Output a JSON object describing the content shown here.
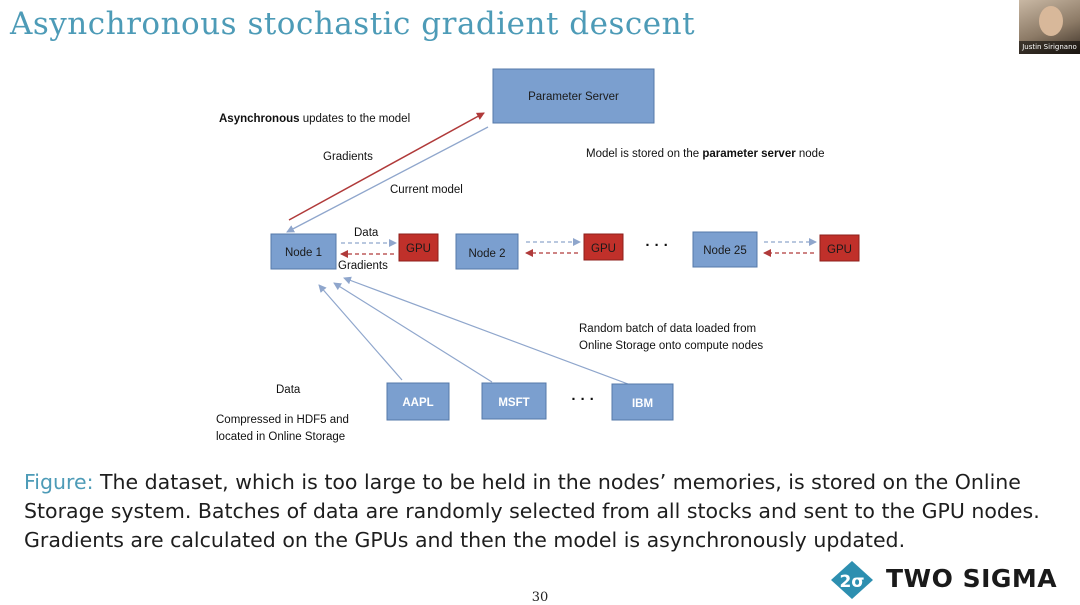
{
  "slide": {
    "title": "Asynchronous stochastic gradient descent",
    "page_number": "30"
  },
  "webcam": {
    "name": "Justin Sirignano"
  },
  "diagram": {
    "parameter_server": "Parameter Server",
    "async_bold": "Asynchronous",
    "async_rest": " updates to the model",
    "gradients_up": "Gradients",
    "current_model": "Current model",
    "model_stored_pre": "Model is stored on the ",
    "model_stored_bold": "parameter server",
    "model_stored_post": " node",
    "node1": "Node 1",
    "node2": "Node 2",
    "node25": "Node 25",
    "gpu": "GPU",
    "ellipsis": "· · ·",
    "data_label": "Data",
    "gradients_label": "Gradients",
    "random_batch_line1": "Random batch of data loaded from",
    "random_batch_line2": "Online Storage onto compute nodes",
    "stocks": [
      "AAPL",
      "MSFT",
      "IBM"
    ],
    "data_title": "Data",
    "compressed_line1": "Compressed in HDF5 and",
    "compressed_line2": "located in Online Storage"
  },
  "caption": {
    "figure_label": "Figure:",
    "text": " The dataset, which is too large to be held in the nodes’ memories, is stored on the Online Storage system. Batches of data are randomly selected from all stocks and sent to the GPU nodes. Gradients are calculated on the GPUs and then the model is asynchronously updated."
  },
  "logo": {
    "text": "TWO SIGMA",
    "mark": "2σ"
  },
  "colors": {
    "title": "#4d9bb7",
    "node_fill": "#7b9fcf",
    "node_stroke": "#5578a8",
    "gpu_fill": "#c0302a",
    "gpu_stroke": "#8e1f1b",
    "red_arrow": "#b03a3a",
    "blue_arrow": "#8fa6cc",
    "logo_mark": "#2d8fb0"
  }
}
